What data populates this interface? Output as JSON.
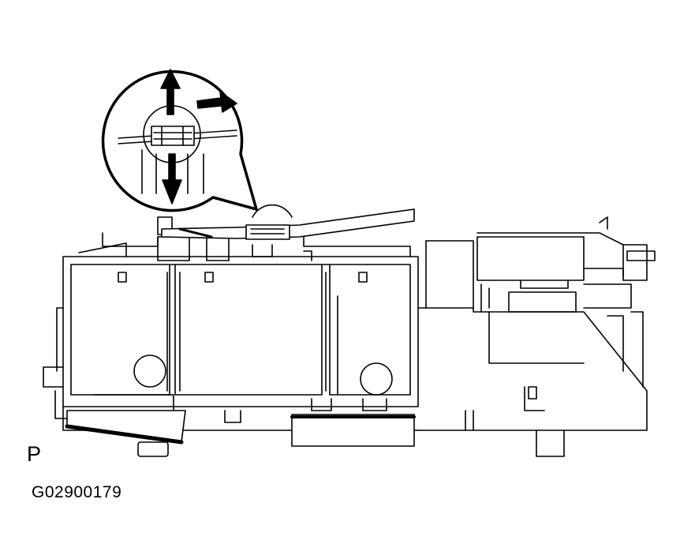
{
  "figure": {
    "position_label": "P",
    "figure_id": "G02900179"
  },
  "detail_view": {
    "arrow_directions": [
      "up",
      "right",
      "down"
    ]
  },
  "colors": {
    "line": "#000000",
    "background": "#ffffff"
  }
}
